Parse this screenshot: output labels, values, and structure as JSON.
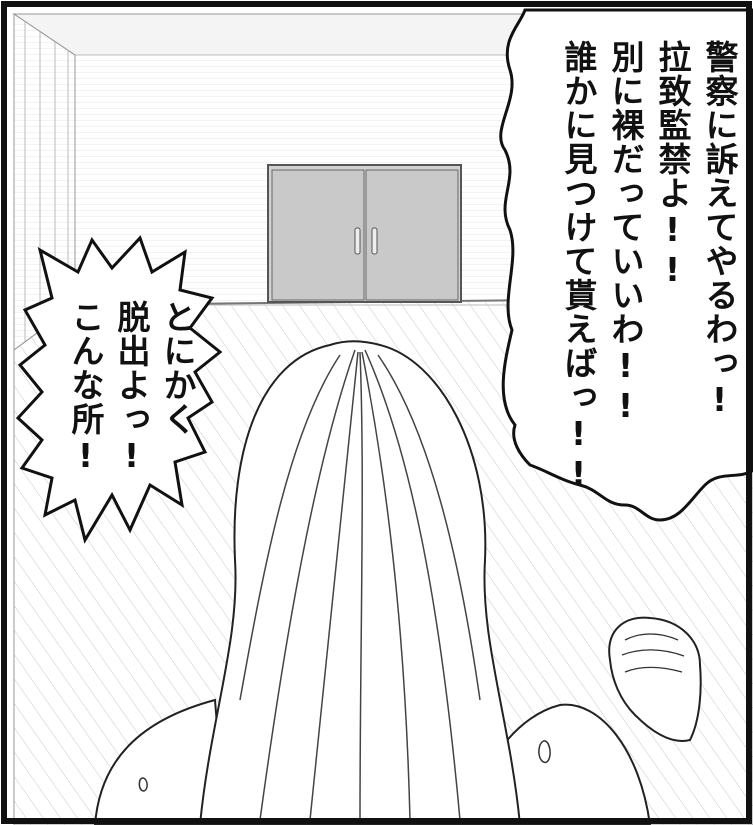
{
  "panel": {
    "speech_right": {
      "lines": [
        "警察に訴えてやるわっ!",
        "拉致監禁よ!!",
        "別に裸だっていいわ!!",
        "誰かに見つけて貰えばっ!!"
      ]
    },
    "speech_left": {
      "lines": [
        "とにかく",
        "脱出よっ!",
        "こんな所!"
      ]
    }
  }
}
